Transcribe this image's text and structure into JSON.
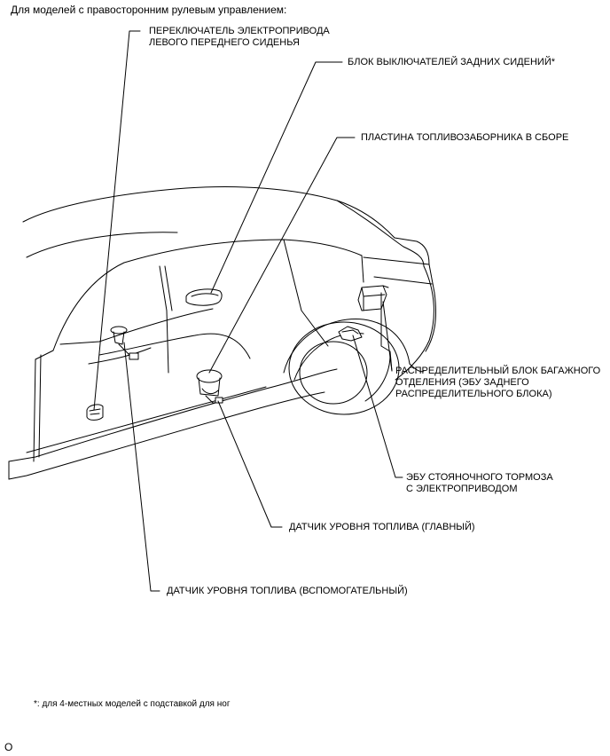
{
  "heading": "Для моделей с правосторонним рулевым управлением:",
  "labels": {
    "left_front_seat_switch_line1": "ПЕРЕКЛЮЧАТЕЛЬ ЭЛЕКТРОПРИВОДА",
    "left_front_seat_switch_line2": "ЛЕВОГО ПЕРЕДНЕГО СИДЕНЬЯ",
    "rear_seat_switch_block": "БЛОК ВЫКЛЮЧАТЕЛЕЙ ЗАДНИХ СИДЕНИЙ*",
    "fuel_pump_plate": "ПЛАСТИНА ТОПЛИВОЗАБОРНИКА В СБОРЕ",
    "luggage_junction_line1": "РАСПРЕДЕЛИТЕЛЬНЫЙ БЛОК БАГАЖНОГО",
    "luggage_junction_line2": "ОТДЕЛЕНИЯ (ЭБУ ЗАДНЕГО",
    "luggage_junction_line3": "РАСПРЕДЕЛИТЕЛЬНОГО БЛОКА)",
    "parking_brake_ecu_line1": "ЭБУ СТОЯНОЧНОГО ТОРМОЗА",
    "parking_brake_ecu_line2": "С ЭЛЕКТРОПРИВОДОМ",
    "fuel_sender_main": "ДАТЧИК УРОВНЯ ТОПЛИВА (ГЛАВНЫЙ)",
    "fuel_sender_sub": "ДАТЧИК УРОВНЯ ТОПЛИВА (ВСПОМОГАТЕЛЬНЫЙ)"
  },
  "footnote": "*: для 4-местных моделей с подставкой для ног",
  "page_marker": "O"
}
